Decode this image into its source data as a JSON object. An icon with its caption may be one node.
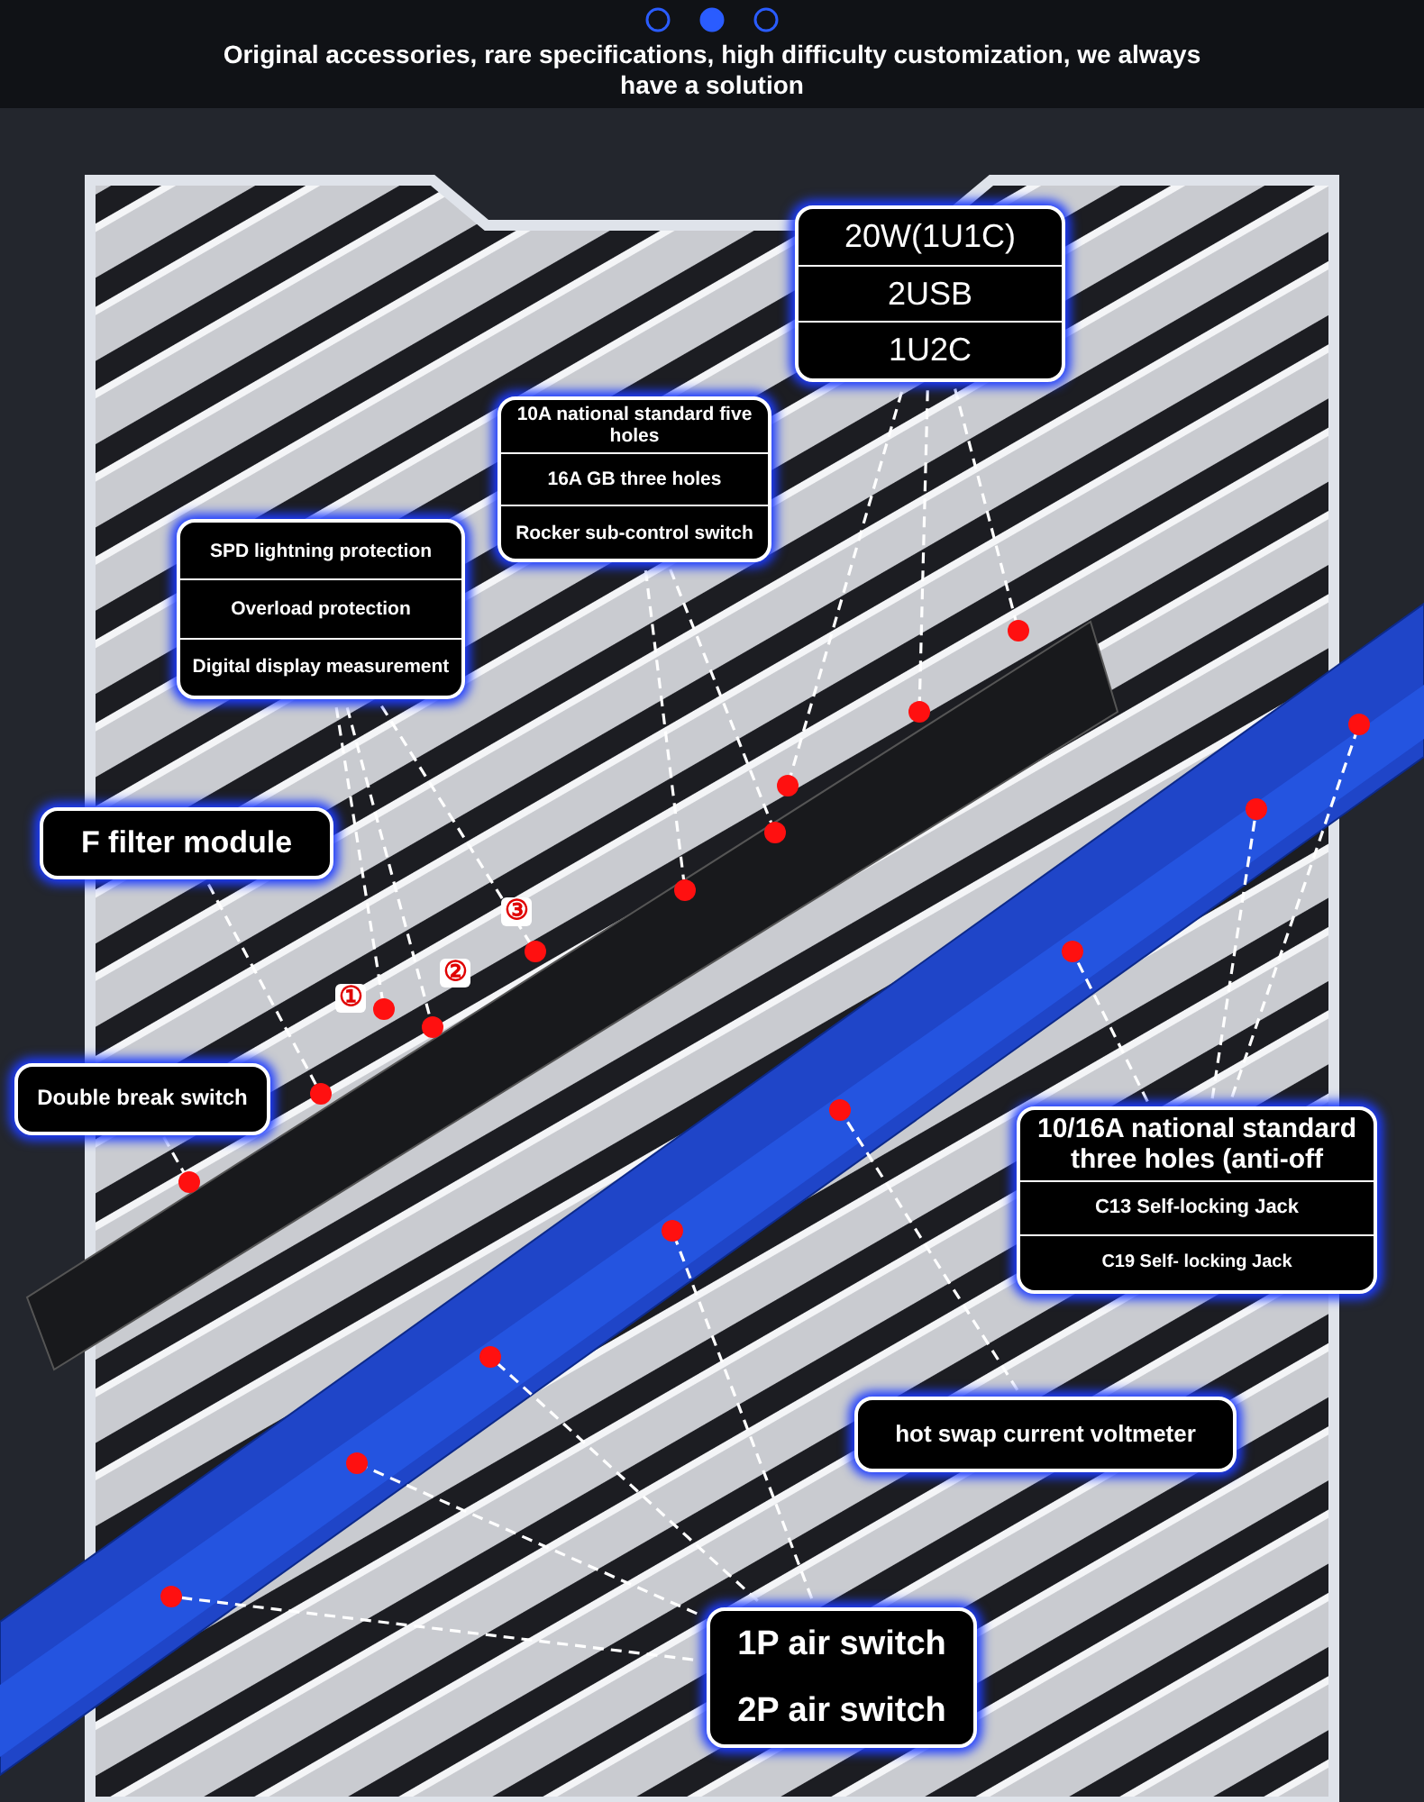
{
  "diagram": {
    "title": "Original accessories, rare specifications, high difficulty customization, we always have a solution",
    "nodes": [
      {
        "text": [
          "20W(1U1C)",
          "2USB",
          "1U2C"
        ]
      },
      {
        "text": [
          "10A national standard five holes",
          "16A GB three holes",
          "Rocker sub-control switch"
        ]
      },
      {
        "text": [
          "SPD lightning protection",
          "Overload protection",
          "Digital display measurement"
        ]
      },
      {
        "text": [
          "F filter module"
        ]
      },
      {
        "text": [
          "Double break switch"
        ]
      },
      {
        "text": [
          "10/16A national standard three holes (anti-off",
          "C13 Self-locking Jack",
          "C19 Self- locking Jack"
        ]
      },
      {
        "text": [
          "hot swap current voltmeter"
        ]
      },
      {
        "text": [
          "1P air switch",
          "2P air switch"
        ]
      },
      {
        "text": [],
        "shape": "circle"
      },
      {
        "text": [],
        "shape": "circle"
      },
      {
        "text": [],
        "shape": "circle"
      },
      {
        "text": [],
        "shape": "circle"
      },
      {
        "text": [],
        "shape": "circle"
      },
      {
        "text": [],
        "shape": "circle"
      },
      {
        "text": [],
        "shape": "circle"
      },
      {
        "text": [],
        "shape": "circle"
      },
      {
        "text": [],
        "shape": "circle"
      },
      {
        "text": [],
        "shape": "circle"
      },
      {
        "text": [],
        "shape": "circle"
      },
      {
        "text": [],
        "shape": "circle"
      },
      {
        "text": [],
        "shape": "circle"
      },
      {
        "text": [],
        "shape": "circle"
      },
      {
        "text": [],
        "shape": "circle"
      },
      {
        "text": [],
        "shape": "circle"
      },
      {
        "text": [],
        "shape": "circle"
      },
      {
        "text": [],
        "shape": "circle"
      }
    ],
    "edges": [
      {
        "from": 0,
        "to": 8,
        "arrow": "none",
        "style": "dashed"
      },
      {
        "from": 0,
        "to": 9,
        "arrow": "none",
        "style": "dashed"
      },
      {
        "from": 0,
        "to": 10,
        "arrow": "none",
        "style": "dashed"
      },
      {
        "from": 1,
        "to": 11,
        "arrow": "none",
        "style": "dashed"
      },
      {
        "from": 1,
        "to": 14,
        "arrow": "none",
        "style": "dashed"
      },
      {
        "from": 2,
        "to": 15,
        "arrow": "none",
        "style": "dashed"
      },
      {
        "from": 2,
        "to": 17,
        "arrow": "none",
        "style": "dashed"
      },
      {
        "from": 2,
        "to": 18,
        "arrow": "none",
        "style": "dashed"
      },
      {
        "from": 3,
        "to": 19,
        "arrow": "none",
        "style": "dashed"
      },
      {
        "from": 4,
        "to": 21,
        "arrow": "none",
        "style": "dashed"
      },
      {
        "from": 5,
        "to": 12,
        "arrow": "none",
        "style": "dashed"
      },
      {
        "from": 5,
        "to": 13,
        "arrow": "none",
        "style": "dashed"
      },
      {
        "from": 5,
        "to": 16,
        "arrow": "none",
        "style": "dashed"
      },
      {
        "from": 6,
        "to": 20,
        "arrow": "none",
        "style": "dashed"
      },
      {
        "from": 7,
        "to": 22,
        "arrow": "none",
        "style": "dashed"
      },
      {
        "from": 7,
        "to": 23,
        "arrow": "none",
        "style": "dashed"
      },
      {
        "from": 7,
        "to": 24,
        "arrow": "none",
        "style": "dashed"
      },
      {
        "from": 7,
        "to": 25,
        "arrow": "none",
        "style": "dashed"
      }
    ],
    "labels": [
      "③",
      "②",
      "①"
    ]
  }
}
